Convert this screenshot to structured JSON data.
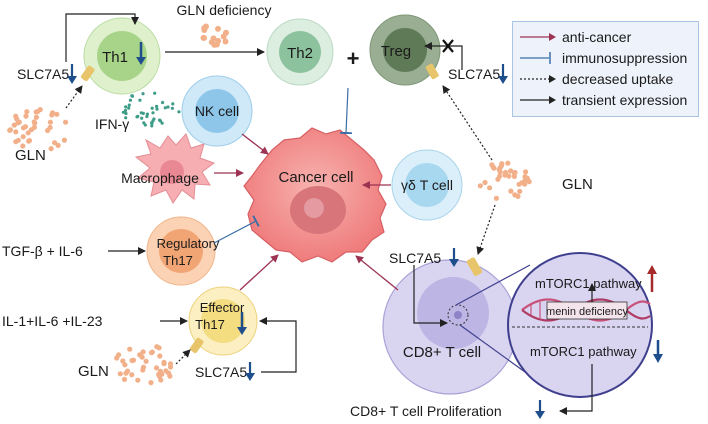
{
  "title": "",
  "labels": {
    "gln_deficiency": "GLN deficiency",
    "th1": "Th1",
    "th2": "Th2",
    "plus": "+",
    "treg": "Treg",
    "slc7a5_th1": "SLC7A5",
    "slc7a5_treg": "SLC7A5",
    "ifn_gamma": "IFN-γ",
    "nk_cell": "NK cell",
    "gln_left": "GLN",
    "macrophage": "Macrophage",
    "cancer_cell": "Cancer cell",
    "gamma_delta": "γδ T cell",
    "gln_right": "GLN",
    "tgf_il6": "TGF-β + IL-6",
    "regulatory_th17_line1": "Regulatory",
    "regulatory_th17_line2": "Th17",
    "slc7a5_cd8": "SLC7A5",
    "il_combo": "IL-1+IL-6 +IL-23",
    "effector_th17_line1": "Effector",
    "effector_th17_line2": "Th17",
    "gln_bottom": "GLN",
    "slc7a5_th17": "SLC7A5",
    "cd8_t_cell": "CD8+ T cell",
    "mtorc1_up": "mTORC1 pathway",
    "menin_deficiency": "menin deficiency",
    "mtorc1_down": "mTORC1 pathway",
    "cd8_proliferation": "CD8+ T cell Proliferation"
  },
  "legend": {
    "items": [
      {
        "label": "anti-cancer",
        "style": "arrow",
        "color": "#9c3352"
      },
      {
        "label": "immunosuppression",
        "style": "inhibit",
        "color": "#3a6ea5"
      },
      {
        "label": "decreased uptake",
        "style": "dotted",
        "color": "#222222"
      },
      {
        "label": "transient expression",
        "style": "arrow",
        "color": "#222222"
      }
    ]
  },
  "colors": {
    "anti_cancer": "#9c3352",
    "immunosuppression": "#3a6ea5",
    "down_arrow": "#1f4e8c",
    "up_arrow": "#a62a2a",
    "cancer_cell": "#f08a8a",
    "th1": "#c5e6a8",
    "th2": "#a9d4b4",
    "treg": "#7e9578",
    "nk": "#b8def2",
    "macrophage": "#f3a1a6",
    "gamma_delta": "#c2e4f2",
    "th17_reg": "#f6b98c",
    "th17_eff": "#f8e59a",
    "cd8": "#cfc9ec",
    "gln_dot": "#f2b08a"
  }
}
